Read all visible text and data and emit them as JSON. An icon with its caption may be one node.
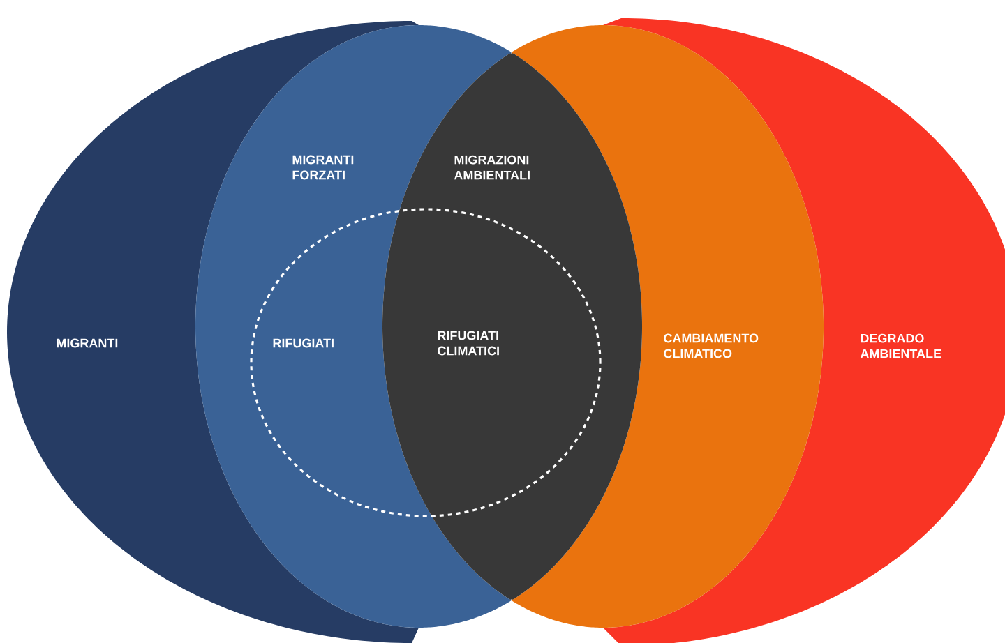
{
  "diagram": {
    "nodes": [
      {
        "text": [
          "MIGRANTI"
        ]
      },
      {
        "text": [
          "MIGRANTI FORZATI"
        ]
      },
      {
        "text": [
          "MIGRAZIONI AMBIENTALI"
        ]
      },
      {
        "text": [
          "RIFUGIATI",
          "RIFUGIATI CLIMATICI"
        ]
      },
      {
        "text": [
          "CAMBIAMENTO CLIMATICO"
        ]
      },
      {
        "text": [
          "DEGRADO AMBIENTALE"
        ]
      }
    ]
  }
}
